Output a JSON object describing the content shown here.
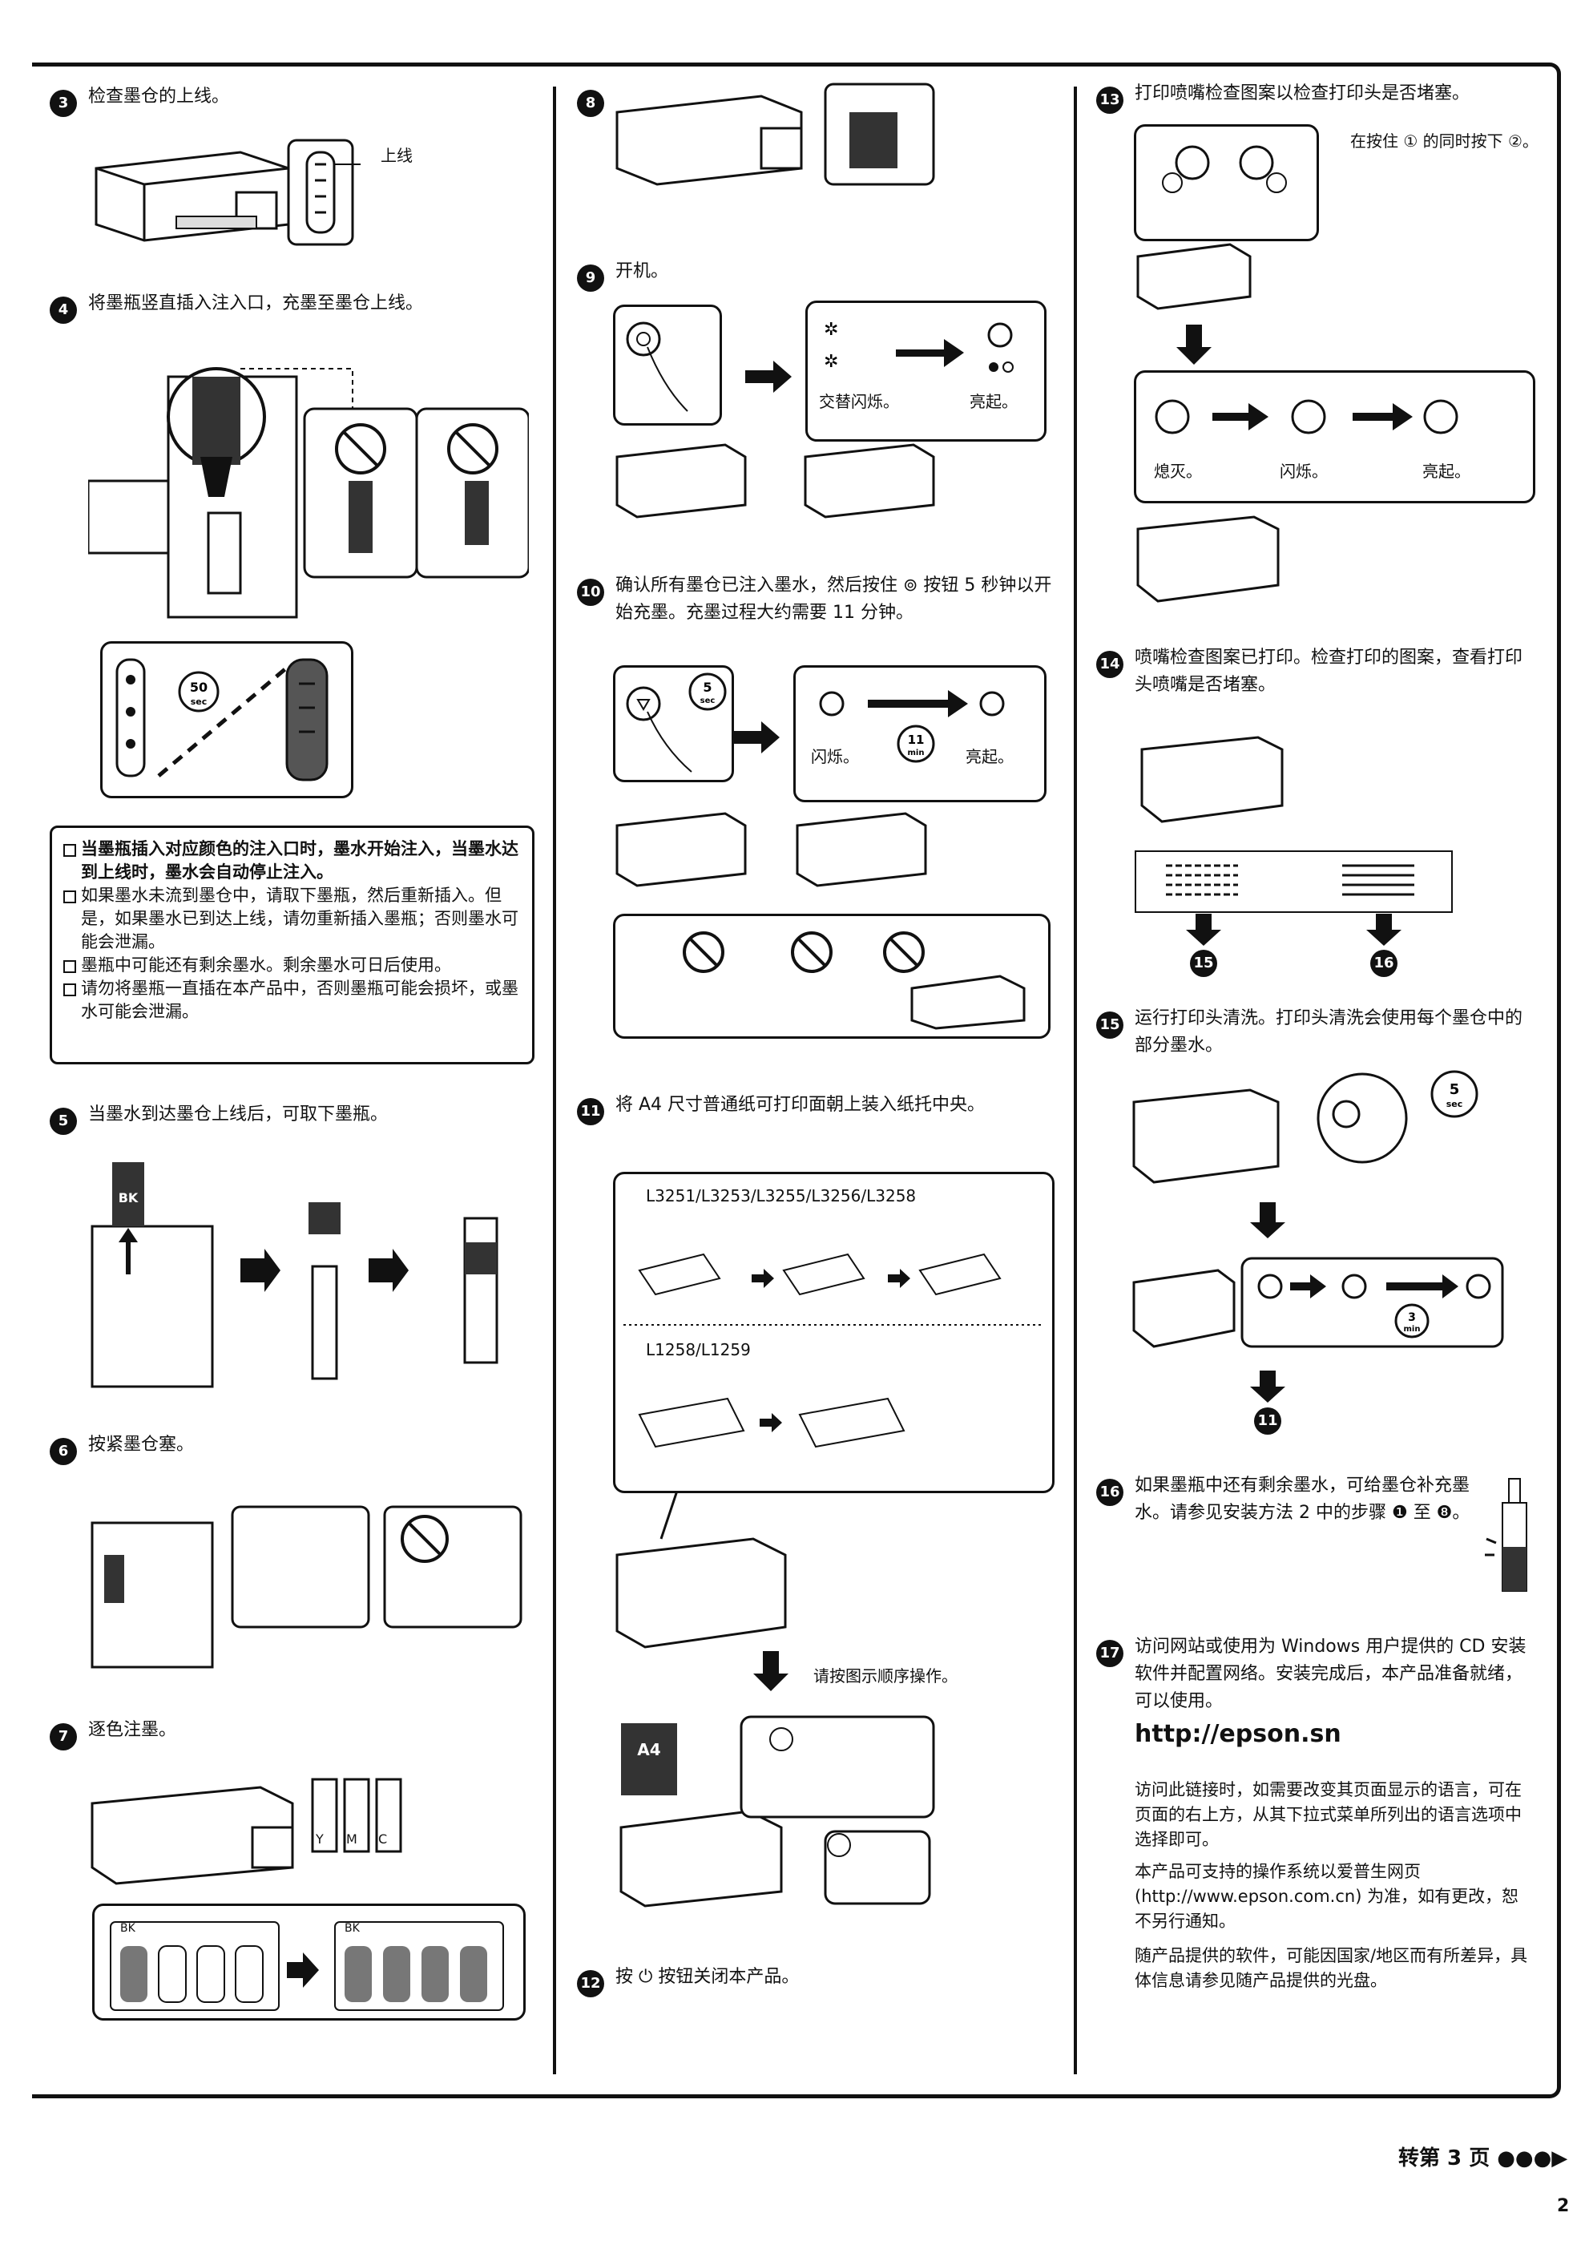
{
  "steps": {
    "s3": {
      "num": "3",
      "text": "检查墨仓的上线。",
      "label": "上线"
    },
    "s4": {
      "num": "4",
      "text": "将墨瓶竖直插入注入口，充墨至墨仓上线。",
      "timer": "50",
      "timer_unit": "sec"
    },
    "notes": [
      {
        "text": "当墨瓶插入对应颜色的注入口时，墨水开始注入，当墨水达到上线时，墨水会自动停止注入。"
      },
      {
        "text": "如果墨水未流到墨仓中，请取下墨瓶，然后重新插入。但是，如果墨水已到达上线，请勿重新插入墨瓶；否则墨水可能会泄漏。"
      },
      {
        "text": "墨瓶中可能还有剩余墨水。剩余墨水可日后使用。"
      },
      {
        "text": "请勿将墨瓶一直插在本产品中，否则墨瓶可能会损坏，或墨水可能会泄漏。"
      }
    ],
    "s5": {
      "num": "5",
      "text": "当墨水到达墨仓上线后，可取下墨瓶。",
      "bottle": "BK"
    },
    "s6": {
      "num": "6",
      "text": "按紧墨仓塞。"
    },
    "s7": {
      "num": "7",
      "text": "逐色注墨。",
      "colors": [
        "BK",
        "Y",
        "M",
        "C"
      ]
    },
    "s8": {
      "num": "8"
    },
    "s9": {
      "num": "9",
      "text": "开机。",
      "label_alt": "交替闪烁。",
      "label_on": "亮起。"
    },
    "s10": {
      "num": "10",
      "text": "确认所有墨仓已注入墨水，然后按住 ⊚ 按钮 5 秒钟以开始充墨。充墨过程大约需要 11 分钟。",
      "timer": "5",
      "timer_unit": "sec",
      "timer2": "11",
      "timer2_unit": "min",
      "label_flash": "闪烁。",
      "label_on": "亮起。"
    },
    "s11": {
      "num": "11",
      "text": "将 A4 尺寸普通纸可打印面朝上装入纸托中央。",
      "models_a": "L3251/L3253/L3255/L3256/L3258",
      "models_b": "L1258/L1259",
      "order": "请按图示顺序操作。",
      "paper": "A4"
    },
    "s12": {
      "num": "12",
      "text": "按 ⏻ 按钮关闭本产品。"
    },
    "s13": {
      "num": "13",
      "text": "打印喷嘴检查图案以检查打印头是否堵塞。",
      "hint": "在按住 ① 的同时按下 ②。",
      "label_off": "熄灭。",
      "label_flash": "闪烁。",
      "label_on": "亮起。"
    },
    "s14": {
      "num": "14",
      "text": "喷嘴检查图案已打印。检查打印的图案，查看打印头喷嘴是否堵塞。",
      "go_a": "15",
      "go_b": "16"
    },
    "s15": {
      "num": "15",
      "text": "运行打印头清洗。打印头清洗会使用每个墨仓中的部分墨水。",
      "timer": "5",
      "timer_unit": "sec",
      "timer2": "3",
      "timer2_unit": "min",
      "go": "11"
    },
    "s16": {
      "num": "16",
      "text": "如果墨瓶中还有剩余墨水，可给墨仓补充墨水。请参见安装方法 2 中的步骤 ❶ 至 ❽。"
    },
    "s17": {
      "num": "17",
      "text": "访问网站或使用为 Windows 用户提供的 CD 安装软件并配置网络。安装完成后，本产品准备就绪，可以使用。",
      "url": "http://epson.sn",
      "p1": "访问此链接时，如需要改变其页面显示的语言，可在页面的右上方，从其下拉式菜单所列出的语言选项中选择即可。",
      "p2": "本产品可支持的操作系统以爱普生网页 (http://www.epson.com.cn) 为准，如有更改，恕不另行通知。",
      "p3": "随产品提供的软件，可能因国家/地区而有所差异，具体信息请参见随产品提供的光盘。"
    }
  },
  "footer": {
    "next": "转第 3 页 ●●●▶",
    "page": "2"
  }
}
